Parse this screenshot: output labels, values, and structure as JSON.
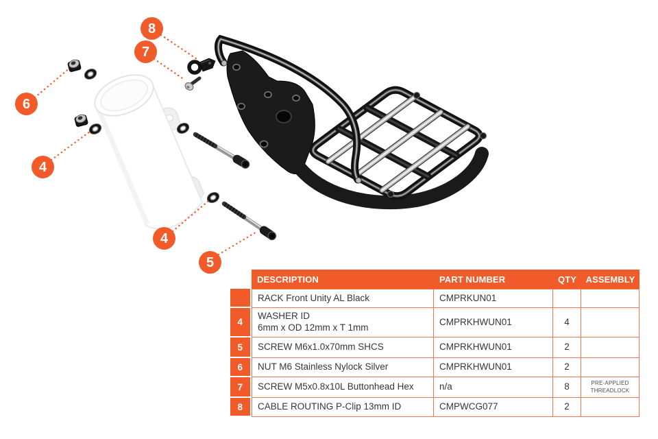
{
  "colors": {
    "accent": "#F15A29",
    "table_border": "#F1764E"
  },
  "callouts": [
    {
      "label": "8"
    },
    {
      "label": "7"
    },
    {
      "label": "6"
    },
    {
      "label": "4"
    },
    {
      "label": "4"
    },
    {
      "label": "5"
    }
  ],
  "table": {
    "headers": {
      "description": "DESCRIPTION",
      "part_number": "PART NUMBER",
      "qty": "QTY",
      "assembly": "ASSEMBLY"
    },
    "rows": [
      {
        "num": "",
        "description": "RACK Front Unity AL Black",
        "part_number": "CMPRKUN01",
        "qty": "",
        "assembly": ""
      },
      {
        "num": "4",
        "description": "WASHER ID\n6mm x OD 12mm x T 1mm",
        "part_number": "CMPRKHWUN01",
        "qty": "4",
        "assembly": ""
      },
      {
        "num": "5",
        "description": "SCREW M6x1.0x70mm SHCS",
        "part_number": "CMPRKHWUN01",
        "qty": "2",
        "assembly": ""
      },
      {
        "num": "6",
        "description": "NUT M6 Stainless Nylock Silver",
        "part_number": "CMPRKHWUN01",
        "qty": "2",
        "assembly": ""
      },
      {
        "num": "7",
        "description": "SCREW M5x0.8x10L Buttonhead Hex",
        "part_number": "n/a",
        "qty": "8",
        "assembly": "PRE-APPLIED THREADLOCK"
      },
      {
        "num": "8",
        "description": "CABLE ROUTING P-Clip 13mm ID",
        "part_number": "CMPWCG077",
        "qty": "2",
        "assembly": ""
      }
    ]
  }
}
